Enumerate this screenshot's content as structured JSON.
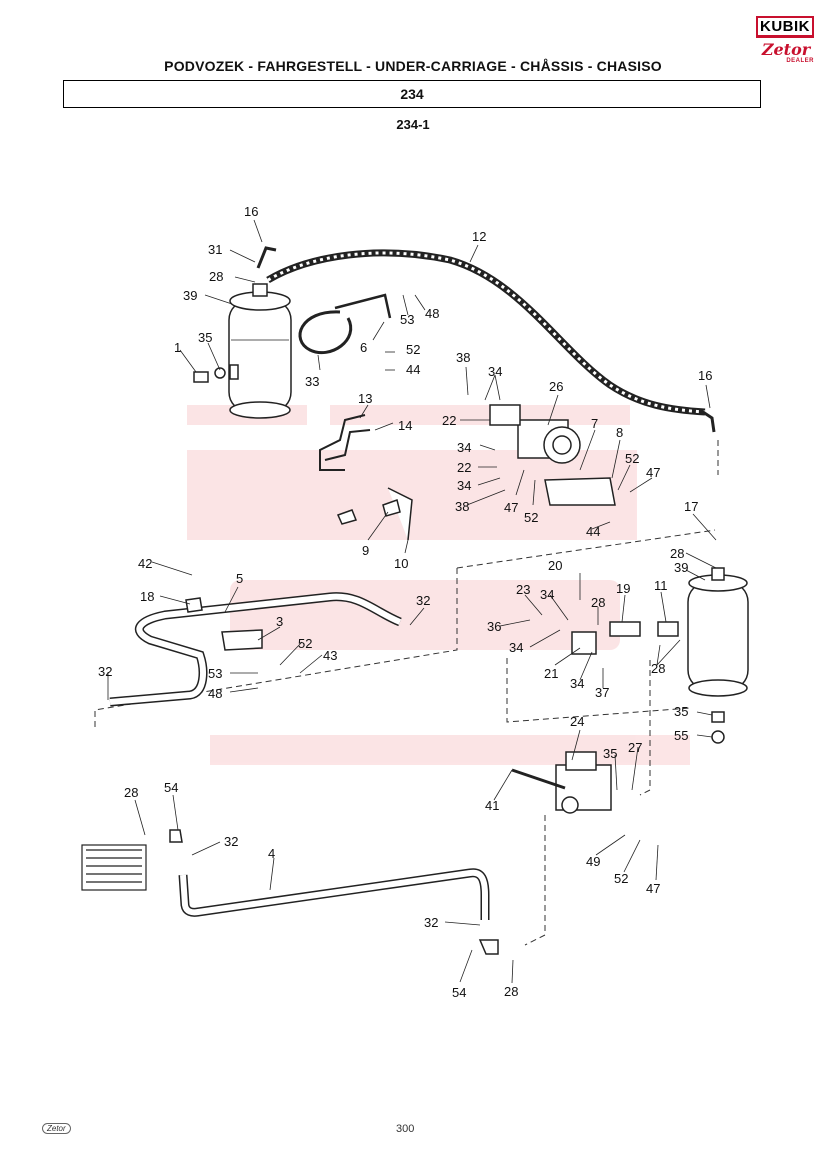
{
  "header": {
    "title": "PODVOZEK - FAHRGESTELL - UNDER-CARRIAGE - CHÅSSIS - CHASISO",
    "section": "234",
    "subsection": "234-1"
  },
  "logo": {
    "brand": "KUBIK",
    "make": "Zetor",
    "tag": "DEALER"
  },
  "watermark": {
    "brand": "KUBIK",
    "make": "Zetor",
    "tag": "DEALER",
    "color": "#e8353d"
  },
  "callouts": [
    {
      "id": "c16a",
      "label": "16"
    },
    {
      "id": "c12",
      "label": "12"
    },
    {
      "id": "c31",
      "label": "31"
    },
    {
      "id": "c28a",
      "label": "28"
    },
    {
      "id": "c39a",
      "label": "39"
    },
    {
      "id": "c53a",
      "label": "53"
    },
    {
      "id": "c48a",
      "label": "48"
    },
    {
      "id": "c1",
      "label": "1"
    },
    {
      "id": "c35a",
      "label": "35"
    },
    {
      "id": "c6",
      "label": "6"
    },
    {
      "id": "c52a",
      "label": "52"
    },
    {
      "id": "c44a",
      "label": "44"
    },
    {
      "id": "c33",
      "label": "33"
    },
    {
      "id": "c38a",
      "label": "38"
    },
    {
      "id": "c34a",
      "label": "34"
    },
    {
      "id": "c26",
      "label": "26"
    },
    {
      "id": "c16b",
      "label": "16"
    },
    {
      "id": "c13",
      "label": "13"
    },
    {
      "id": "c14",
      "label": "14"
    },
    {
      "id": "c22a",
      "label": "22"
    },
    {
      "id": "c7",
      "label": "7"
    },
    {
      "id": "c8",
      "label": "8"
    },
    {
      "id": "c34b",
      "label": "34"
    },
    {
      "id": "c52b",
      "label": "52"
    },
    {
      "id": "c47a",
      "label": "47"
    },
    {
      "id": "c22b",
      "label": "22"
    },
    {
      "id": "c34c",
      "label": "34"
    },
    {
      "id": "c38b",
      "label": "38"
    },
    {
      "id": "c47b",
      "label": "47"
    },
    {
      "id": "c52c",
      "label": "52"
    },
    {
      "id": "c44b",
      "label": "44"
    },
    {
      "id": "c9",
      "label": "9"
    },
    {
      "id": "c10",
      "label": "10"
    },
    {
      "id": "c17",
      "label": "17"
    },
    {
      "id": "c28b",
      "label": "28"
    },
    {
      "id": "c39b",
      "label": "39"
    },
    {
      "id": "c42",
      "label": "42"
    },
    {
      "id": "c5",
      "label": "5"
    },
    {
      "id": "c20",
      "label": "20"
    },
    {
      "id": "c18",
      "label": "18"
    },
    {
      "id": "c32a",
      "label": "32"
    },
    {
      "id": "c23",
      "label": "23"
    },
    {
      "id": "c34d",
      "label": "34"
    },
    {
      "id": "c28c",
      "label": "28"
    },
    {
      "id": "c19",
      "label": "19"
    },
    {
      "id": "c11",
      "label": "11"
    },
    {
      "id": "c36",
      "label": "36"
    },
    {
      "id": "c3",
      "label": "3"
    },
    {
      "id": "c34e",
      "label": "34"
    },
    {
      "id": "c52d",
      "label": "52"
    },
    {
      "id": "c43",
      "label": "43"
    },
    {
      "id": "c21",
      "label": "21"
    },
    {
      "id": "c34f",
      "label": "34"
    },
    {
      "id": "c28d",
      "label": "28"
    },
    {
      "id": "c32b",
      "label": "32"
    },
    {
      "id": "c53b",
      "label": "53"
    },
    {
      "id": "c48b",
      "label": "48"
    },
    {
      "id": "c37",
      "label": "37"
    },
    {
      "id": "c35b",
      "label": "35"
    },
    {
      "id": "c55",
      "label": "55"
    },
    {
      "id": "c24",
      "label": "24"
    },
    {
      "id": "c35c",
      "label": "35"
    },
    {
      "id": "c27",
      "label": "27"
    },
    {
      "id": "c41",
      "label": "41"
    },
    {
      "id": "c28e",
      "label": "28"
    },
    {
      "id": "c54a",
      "label": "54"
    },
    {
      "id": "c32c",
      "label": "32"
    },
    {
      "id": "c4",
      "label": "4"
    },
    {
      "id": "c49",
      "label": "49"
    },
    {
      "id": "c52e",
      "label": "52"
    },
    {
      "id": "c47c",
      "label": "47"
    },
    {
      "id": "c32d",
      "label": "32"
    },
    {
      "id": "c54b",
      "label": "54"
    },
    {
      "id": "c28f",
      "label": "28"
    }
  ],
  "footer": {
    "page": "300",
    "logo": "Zetor"
  }
}
